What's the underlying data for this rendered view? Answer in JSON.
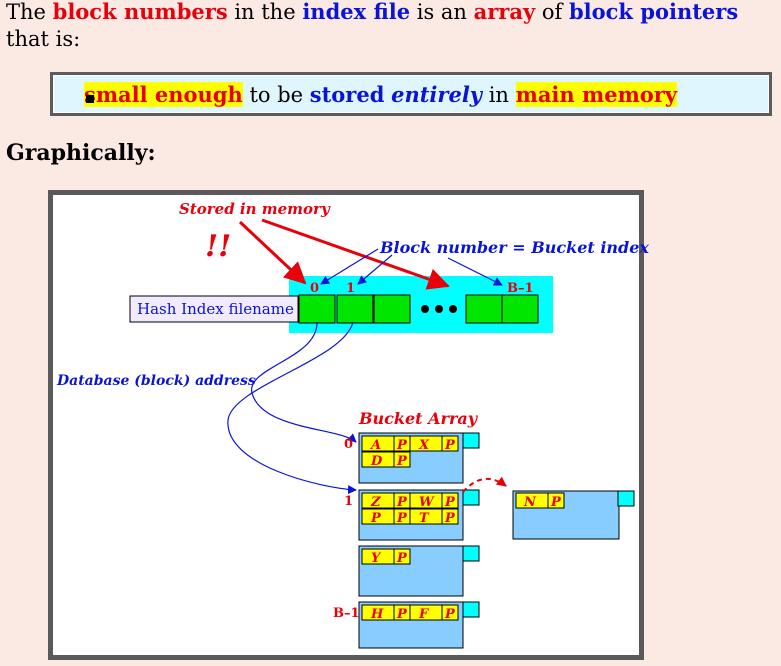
{
  "intro": {
    "t1": "The ",
    "block_numbers": "block numbers",
    "t2": " in the ",
    "index_file": "index file",
    "t3": " is an ",
    "array": "array",
    "t4": " of ",
    "block_pointers": "block pointers",
    "t5": " that is:"
  },
  "bullet": {
    "small_enough": "small enough",
    "to_be": " to be ",
    "stored": "stored",
    "entirely": "entirely",
    "in_word": " in ",
    "main_memory": "main memory"
  },
  "heading": "Graphically:",
  "diagram": {
    "stored_in_memory": "Stored in memory",
    "exclaim": "!!",
    "block_number_label": "Block number = Bucket index",
    "filename_label": "Hash Index filename",
    "idx0": "0",
    "idx1": "1",
    "idxB": "B–1",
    "db_address": "Database (block) address",
    "bucket_array": "Bucket Array",
    "bucket_labels": [
      "0",
      "1",
      "",
      "B–1"
    ],
    "p": "P",
    "buckets": [
      {
        "row1": [
          "A",
          "X"
        ],
        "row2": [
          "D"
        ]
      },
      {
        "row1": [
          "Z",
          "W"
        ],
        "row2": [
          "P",
          "T"
        ]
      },
      {
        "row1": [
          "Y"
        ],
        "row2": []
      },
      {
        "row1": [
          "H",
          "F"
        ],
        "row2": []
      }
    ],
    "overflow": {
      "row1": [
        "N"
      ]
    }
  },
  "colors": {
    "red": "#e8000b",
    "blue": "#0a14d6",
    "cyan": "#00ffff",
    "green": "#00e600",
    "yellow": "#ffff00",
    "bucket_fill": "#87cdff",
    "label_fill": "#f2eaff"
  }
}
